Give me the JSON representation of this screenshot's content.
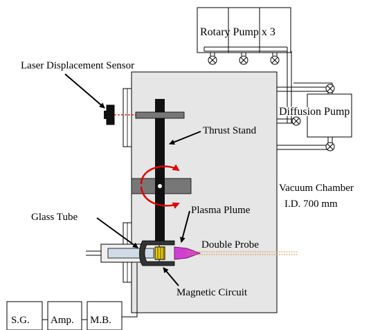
{
  "labels": {
    "laser_sensor": "Laser Displacement Sensor",
    "rotary_pump": "Rotary Pump x 3",
    "diffusion_pump": "Diffusion Pump",
    "thrust_stand": "Thrust Stand",
    "vacuum_chamber": "Vacuum Chamber",
    "chamber_id": "I.D. 700 mm",
    "plasma_plume": "Plasma Plume",
    "glass_tube": "Glass Tube",
    "double_probe": "Double Probe",
    "magnetic_circuit": "Magnetic Circuit"
  },
  "boxes": {
    "sg": "S.G.",
    "amp": "Amp.",
    "mb": "M.B."
  },
  "colors": {
    "chamber_fill": "#e6e6e6",
    "rotation_arrow": "#e00000",
    "laser_beam": "#e00000",
    "plume": "#d040d0",
    "probe_line": "#e09040",
    "coil": "#d8b000"
  }
}
